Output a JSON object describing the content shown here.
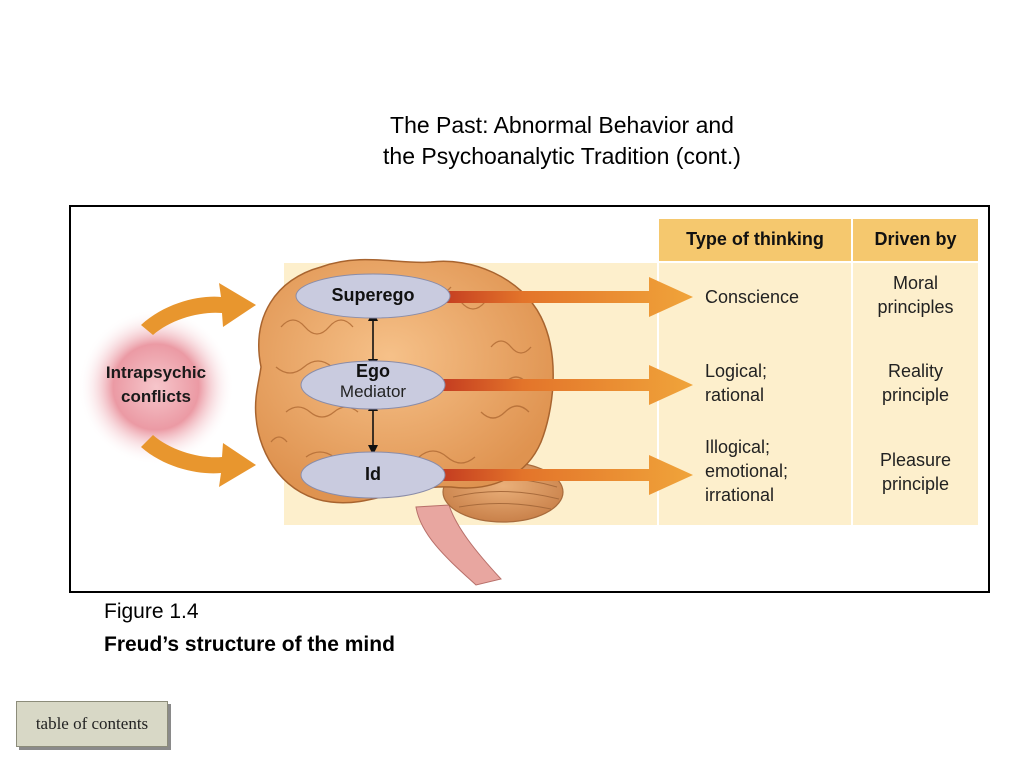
{
  "title": {
    "line1": "The Past:  Abnormal Behavior and",
    "line2": "the Psychoanalytic Tradition (cont.)"
  },
  "diagram": {
    "conflicts_label": [
      "Intrapsychic",
      "conflicts"
    ],
    "superego": "Superego",
    "ego": "Ego",
    "ego_role": "Mediator",
    "id": "Id",
    "header_thinking": "Type of thinking",
    "header_driven": "Driven by",
    "rows": [
      {
        "thinking": [
          "Conscience"
        ],
        "driven": [
          "Moral",
          "principles"
        ]
      },
      {
        "thinking": [
          "Logical;",
          "rational"
        ],
        "driven": [
          "Reality",
          "principle"
        ]
      },
      {
        "thinking": [
          "Illogical;",
          "emotional;",
          "irrational"
        ],
        "driven": [
          "Pleasure",
          "principle"
        ]
      }
    ],
    "colors": {
      "header_bg": "#f5c86e",
      "panel_bg": "#fdefcc",
      "brain": "#eda96a",
      "oval": "#c9cbdf",
      "arrow": "#e8902a",
      "conflict_glow": "#e47a86"
    }
  },
  "figure_number": "Figure 1.4",
  "figure_caption": "Freud’s structure of the mind",
  "toc_button": "table of contents"
}
